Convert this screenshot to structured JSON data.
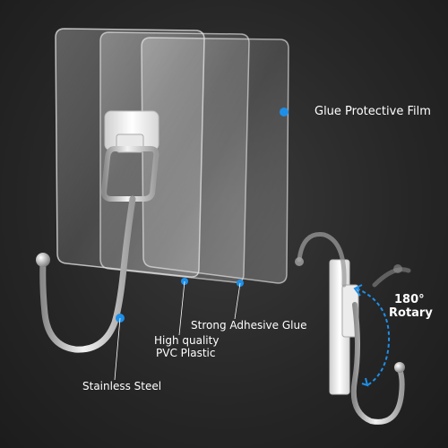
{
  "labels": {
    "glue_film": "Glue Protective Film",
    "adhesive_glue": "Strong Adhesive Glue",
    "pvc_line1": "High quality",
    "pvc_line2": "PVC Plastic",
    "steel": "Stainless Steel",
    "rotary_line1": "180°",
    "rotary_line2": "Rotary"
  },
  "colors": {
    "background": "#262626",
    "marker": "#1e8fe8",
    "text": "#ffffff"
  },
  "icons": [
    "adhesive-hook-product-image",
    "rotation-arrow-icon"
  ]
}
